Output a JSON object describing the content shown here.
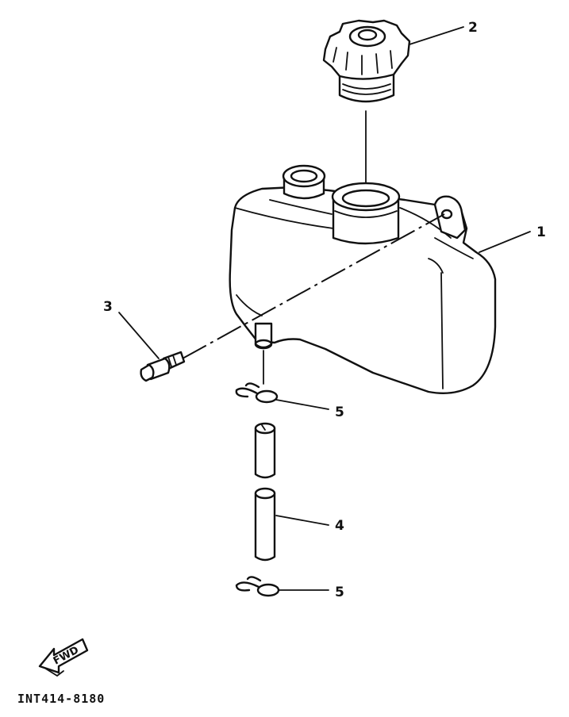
{
  "diagram": {
    "drawing_code": "INT414-8180",
    "direction_label": "FWD",
    "callouts": [
      {
        "part": "fuel-tank",
        "number": "1"
      },
      {
        "part": "tank-cap",
        "number": "2"
      },
      {
        "part": "bolt",
        "number": "3"
      },
      {
        "part": "fuel-hose",
        "number": "4"
      },
      {
        "part": "hose-clip-upper",
        "number": "5"
      },
      {
        "part": "hose-clip-lower",
        "number": "5"
      }
    ]
  }
}
